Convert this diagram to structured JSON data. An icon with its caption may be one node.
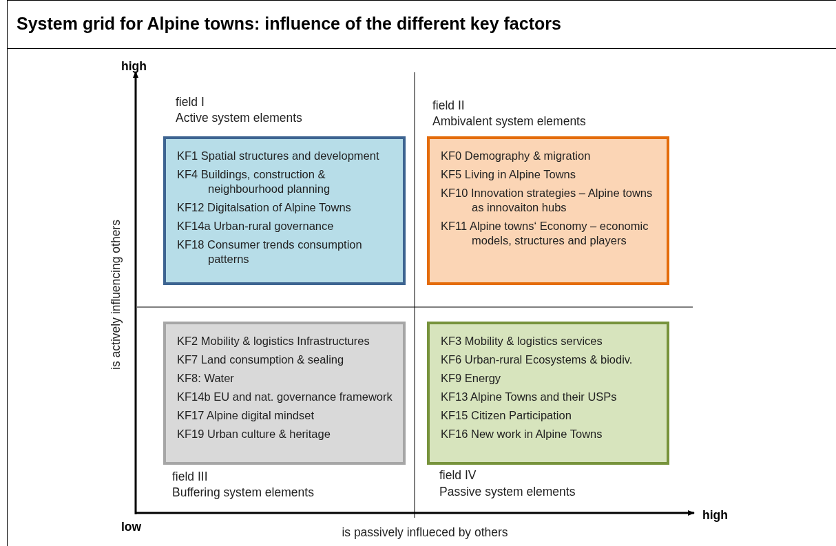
{
  "diagram": {
    "title": "System grid for Alpine towns: influence of the different key factors",
    "nodes": [
      {
        "text": [
          "KF1 Spatial structures and development",
          "KF4 Buildings, construction & neighbourhood planning",
          "KF12 Digitalsation of Alpine Towns",
          "KF14a Urban-rural governance",
          "KF18 Consumer trends consumption patterns"
        ]
      },
      {
        "text": [
          "KF0 Demography & migration",
          "KF5 Living in Alpine Towns",
          "KF10 Innovation strategies – Alpine towns as innovaiton hubs",
          "KF11 Alpine towns‘ Economy – economic models, structures and players"
        ]
      },
      {
        "text": [
          "KF2 Mobility & logistics Infrastructures",
          "KF7 Land consumption & sealing",
          "KF8: Water",
          "KF14b EU and nat. governance framework",
          "KF17 Alpine digital mindset",
          "KF19 Urban culture & heritage"
        ]
      },
      {
        "text": [
          "KF3 Mobility & logistics services",
          "KF6 Urban-rural Ecosystems & biodiv.",
          "KF9 Energy",
          "KF13 Alpine Towns and their USPs",
          "KF15 Citizen Participation",
          "KF16 New work in Alpine Towns"
        ]
      }
    ],
    "labels": [
      "high",
      "field I",
      "Active system elements",
      "field II",
      "Ambivalent system elements",
      "is actively influencing others",
      "field III",
      "Buffering system elements",
      "field IV",
      "Passive system elements",
      "high",
      "low",
      "is passively influeced by others"
    ]
  }
}
